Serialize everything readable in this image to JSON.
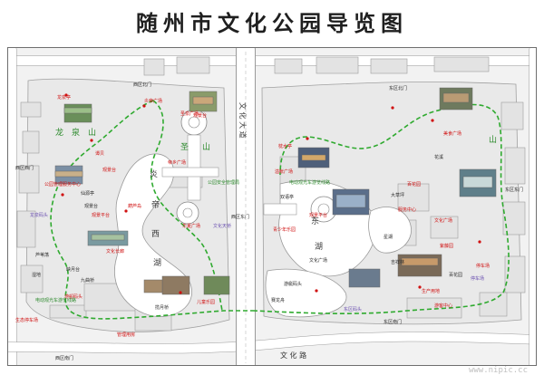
{
  "map": {
    "title": "随州市文化公园导览图",
    "watermark": "www.nipic.cc",
    "regions": {
      "longquan_shan": [
        "龙",
        "泉",
        "山"
      ],
      "shengtai_shan": [
        "圣",
        "山"
      ],
      "lake_west": [
        "炎",
        "帝",
        "西",
        "湖"
      ],
      "lake_east": [
        "东",
        "湖"
      ],
      "east_mountain": "山"
    },
    "gates": {
      "west_south": "西区北门",
      "east_south": "东区北门",
      "west_gate": "西区西门",
      "west_south_gate": "西区南门",
      "east_south_gate": "东区南门",
      "east_east_gate": "东区东门",
      "west_east_gate": "西区东门"
    },
    "roads": {
      "middle": "文 化 大 道",
      "bottom": "文 化 路"
    },
    "labels_red": [
      "龙泉亭",
      "炎帝广场",
      "公园管理服务中心",
      "谭贝",
      "观景台",
      "葫芦岛",
      "观景平台",
      "文化长廊",
      "华夏广场",
      "圣泉广场",
      "帝乡广场",
      "观景台",
      "溢帐广场",
      "青少年乐园",
      "美食广场",
      "生产用地",
      "观景平台",
      "文化广场",
      "枕水亭",
      "停车场",
      "游客中心",
      "服务中心",
      "儿童乐园",
      "生态停车场",
      "游船码头",
      "百花园",
      "紫藤园",
      "管理用房"
    ],
    "labels_dark": [
      "仙源亭",
      "观景台",
      "映月台",
      "九曲桥",
      "湿地",
      "芦苇荡",
      "揽月桥",
      "双语亭",
      "游艇码头",
      "赛龙舟",
      "星湖",
      "吉祥林",
      "花溪",
      "文化广场",
      "大草坪",
      "百花园"
    ],
    "labels_green": [
      "电动观光车游览线路",
      "电动观光车游览线路",
      "公园安全管理局"
    ],
    "labels_purple": [
      "龙泉码头",
      "文化天桥",
      "东区码头",
      "停车场"
    ]
  }
}
